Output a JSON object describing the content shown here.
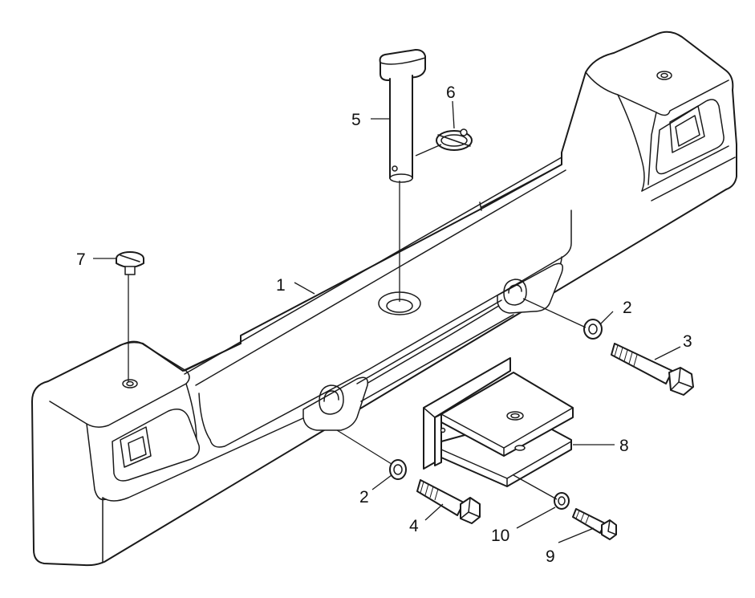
{
  "diagram": {
    "callouts": {
      "c1": "1",
      "c2a": "2",
      "c2b": "2",
      "c3": "3",
      "c4": "4",
      "c5": "5",
      "c6": "6",
      "c7": "7",
      "c8": "8",
      "c9": "9",
      "c10": "10"
    }
  }
}
